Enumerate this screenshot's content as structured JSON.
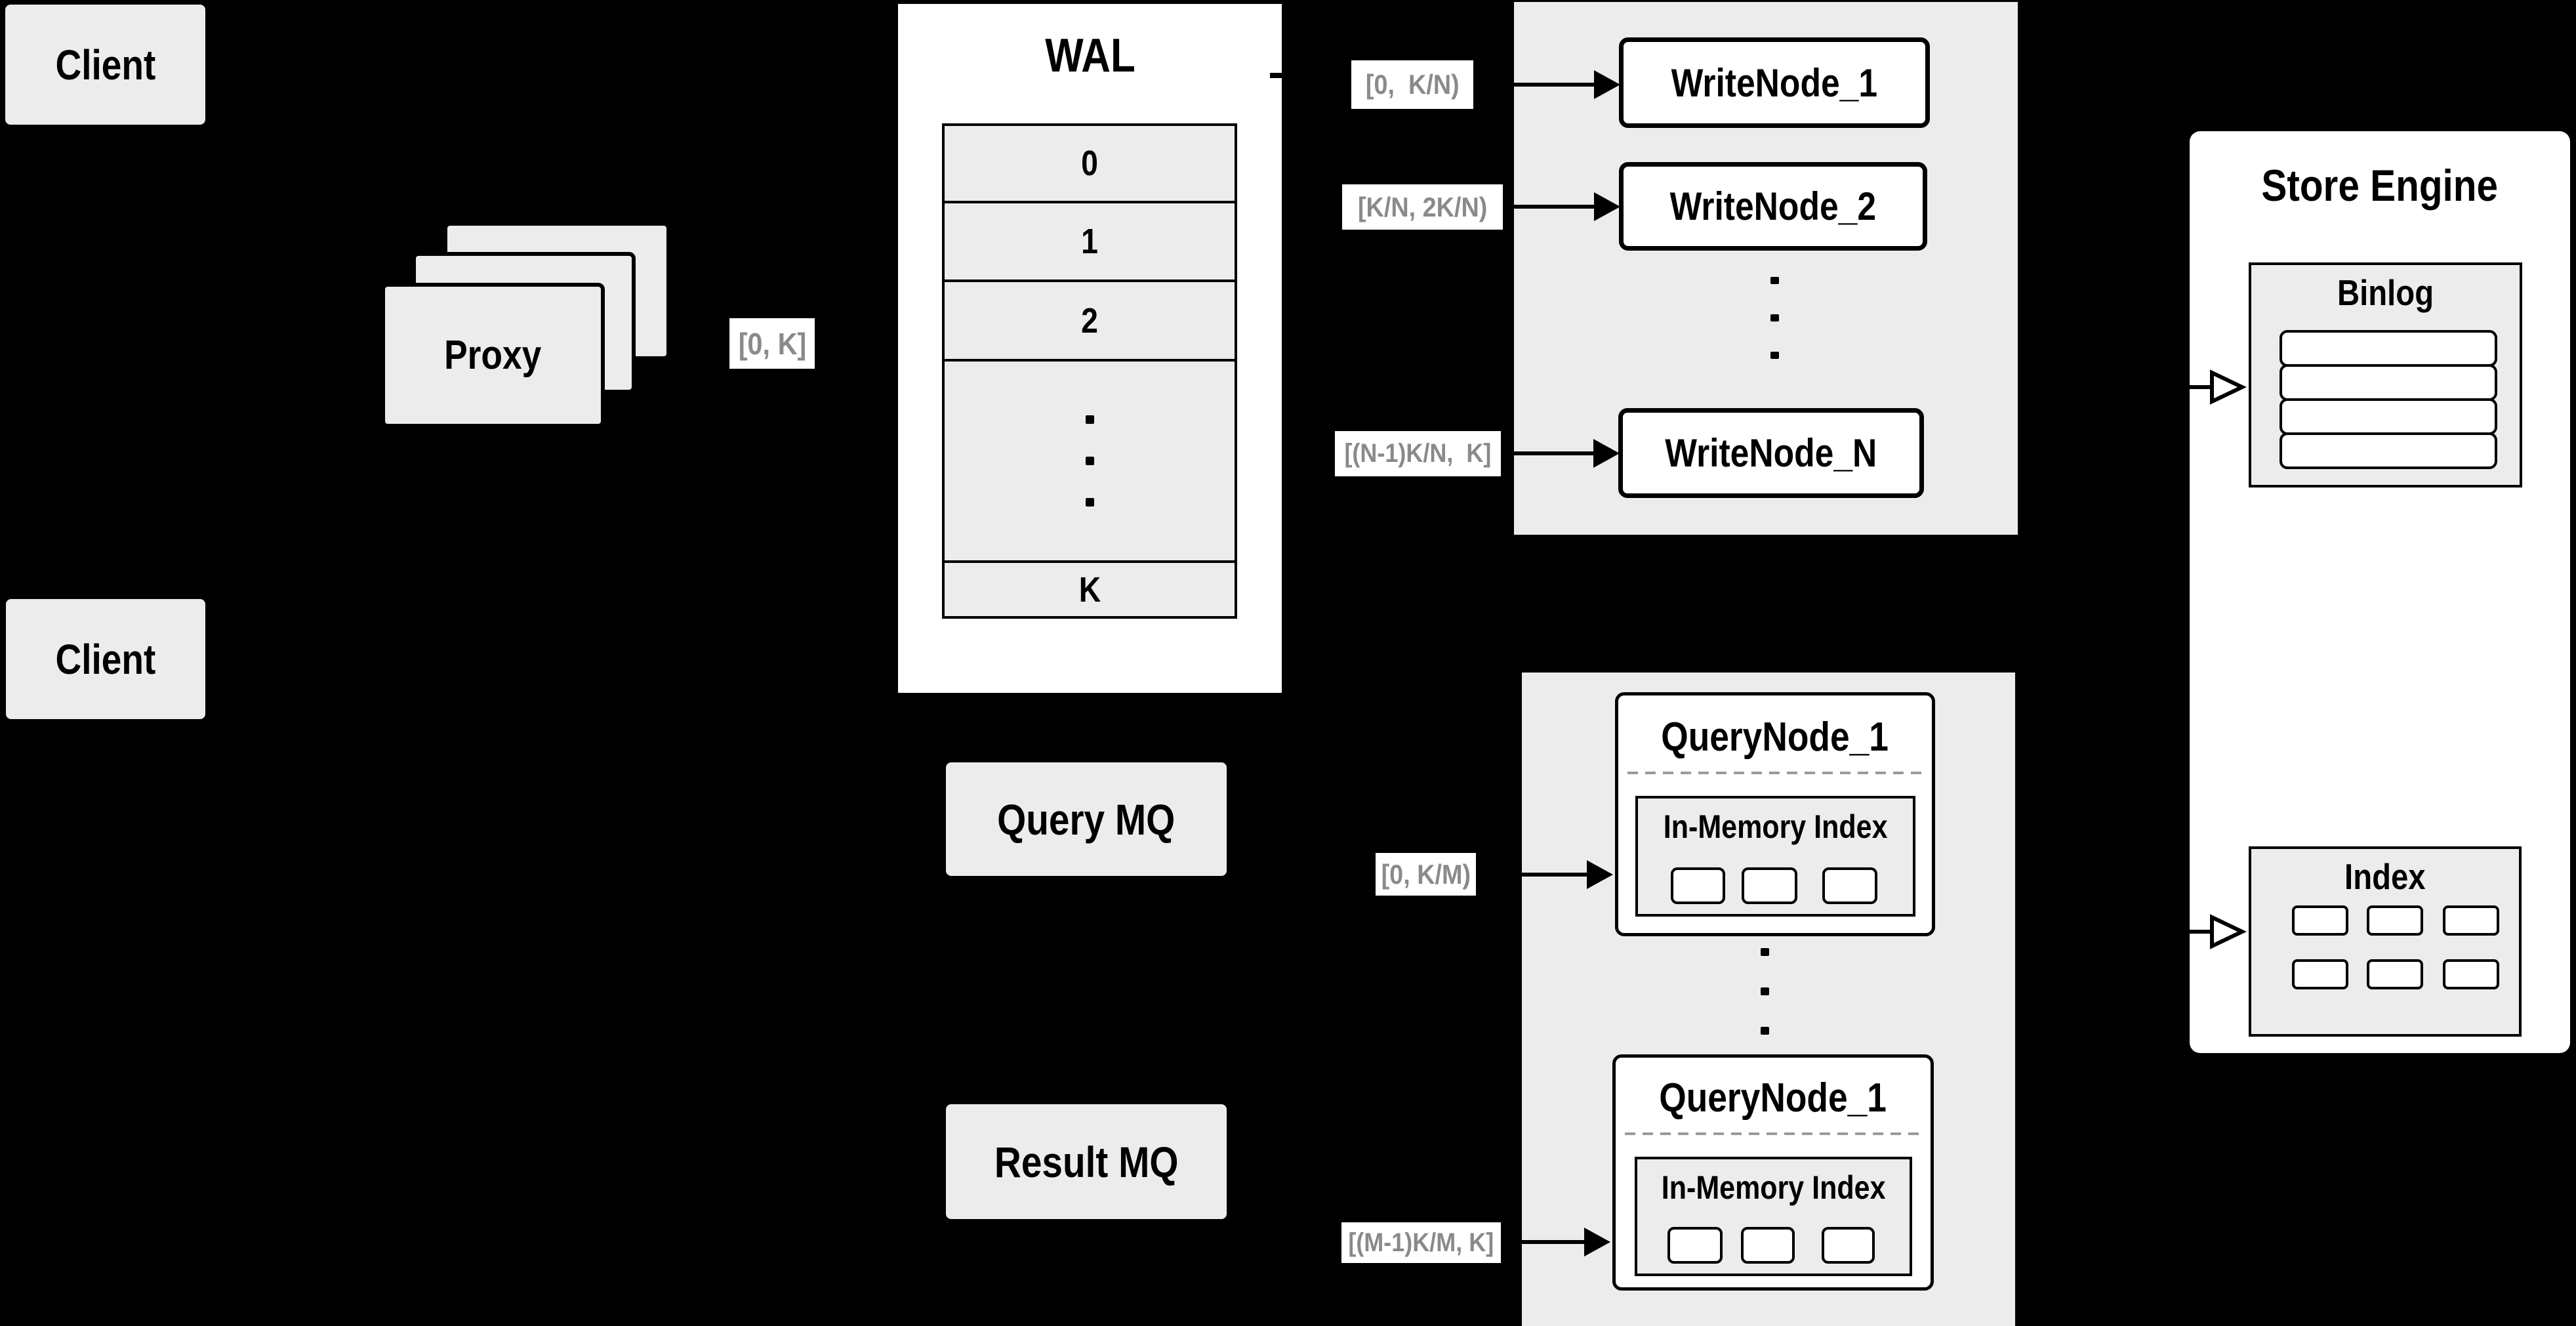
{
  "diagram": {
    "clients": {
      "top": "Client",
      "bottom": "Client"
    },
    "proxy": {
      "label": "Proxy"
    },
    "wal": {
      "title": "WAL",
      "row_0": "0",
      "row_1": "1",
      "row_2": "2",
      "row_k": "K"
    },
    "write_nodes": {
      "node_1": "WriteNode_1",
      "node_2": "WriteNode_2",
      "node_n": "WriteNode_N"
    },
    "query_nodes": {
      "node_1": {
        "title": "QueryNode_1",
        "index_title": "In-Memory Index"
      },
      "node_2": {
        "title": "QueryNode_1",
        "index_title": "In-Memory Index"
      }
    },
    "mq": {
      "query": "Query MQ",
      "result": "Result MQ"
    },
    "store_engine": {
      "title": "Store Engine",
      "binlog": "Binlog",
      "index": "Index"
    },
    "range_labels": {
      "proxy_to_wal": "[0, K]",
      "write_node_1": "[0,  K/N)",
      "write_node_2": "[K/N, 2K/N)",
      "write_node_n": "[(N-1)K/N,  K]",
      "query_node_1": "[0, K/M)",
      "query_node_2": "[(M-1)K/M, K]"
    },
    "colors": {
      "background": "#000000",
      "panel": "#ececec",
      "node_fill": "#ffffff",
      "border": "#000000",
      "range_label_text": "#8a8a8a",
      "dashed_divider": "#9a9a9a"
    }
  }
}
